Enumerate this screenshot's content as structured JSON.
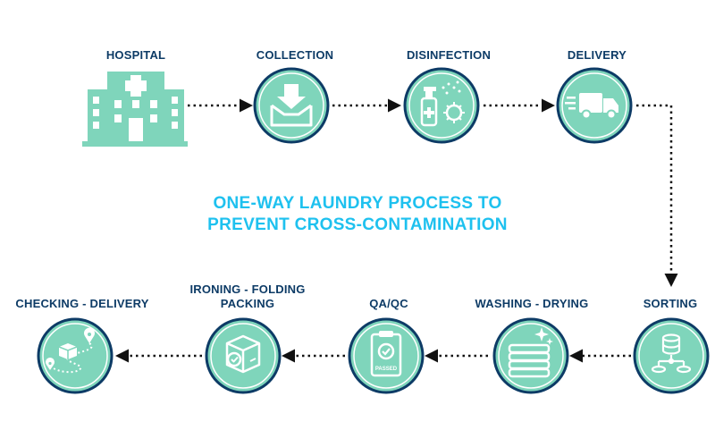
{
  "title": {
    "line1": "ONE-WAY LAUNDRY PROCESS TO",
    "line2": "PREVENT CROSS-CONTAMINATION"
  },
  "steps": [
    {
      "label": "HOSPITAL",
      "icon": "hospital-icon"
    },
    {
      "label": "COLLECTION",
      "icon": "collection-box-icon"
    },
    {
      "label": "DISINFECTION",
      "icon": "disinfection-spray-icon"
    },
    {
      "label": "DELIVERY",
      "icon": "delivery-truck-icon"
    },
    {
      "label": "SORTING",
      "icon": "sorting-database-icon"
    },
    {
      "label": "WASHING - DRYING",
      "icon": "folded-towels-icon"
    },
    {
      "label": "QA/QC",
      "icon": "clipboard-check-icon",
      "badge": "PASSED"
    },
    {
      "label_line1": "IRONING - FOLDING",
      "label_line2": "PACKING",
      "icon": "package-box-icon"
    },
    {
      "label": "CHECKING - DELIVERY",
      "icon": "route-tracking-icon"
    }
  ],
  "colors": {
    "circle_fill": "#7fd5bb",
    "circle_ring": "#0d3b66",
    "label": "#0d3b66",
    "title": "#1ec1ef",
    "arrow": "#111111"
  }
}
